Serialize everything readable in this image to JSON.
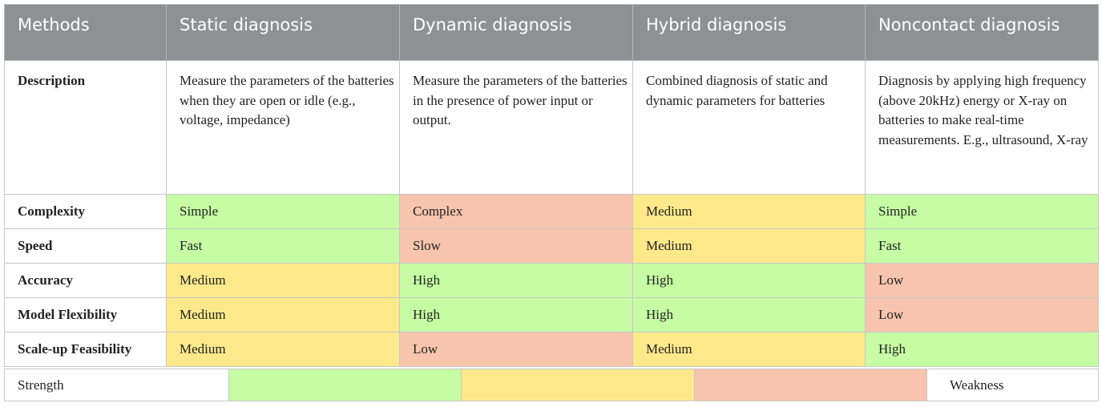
{
  "header": {
    "methods": "Methods",
    "columns": [
      "Static diagnosis",
      "Dynamic diagnosis",
      "Hybrid diagnosis",
      "Noncontact diagnosis"
    ]
  },
  "description": {
    "label": "Description",
    "values": [
      "Measure the parameters of the batteries when they are open or idle (e.g., voltage, impedance)",
      "Measure the parameters of the batteries in the presence of power input or output.",
      "Combined diagnosis of static and dynamic parameters for batteries",
      "Diagnosis by applying high frequency (above 20kHz) energy or X-ray on batteries to make real-time measurements. E.g., ultrasound, X-ray"
    ]
  },
  "rows": [
    {
      "label": "Complexity",
      "cells": [
        {
          "text": "Simple",
          "level": "strength"
        },
        {
          "text": "Complex",
          "level": "weakness"
        },
        {
          "text": "Medium",
          "level": "moderate"
        },
        {
          "text": "Simple",
          "level": "strength"
        }
      ]
    },
    {
      "label": "Speed",
      "cells": [
        {
          "text": "Fast",
          "level": "strength"
        },
        {
          "text": "Slow",
          "level": "weakness"
        },
        {
          "text": "Medium",
          "level": "moderate"
        },
        {
          "text": "Fast",
          "level": "strength"
        }
      ]
    },
    {
      "label": "Accuracy",
      "cells": [
        {
          "text": "Medium",
          "level": "moderate"
        },
        {
          "text": "High",
          "level": "strength"
        },
        {
          "text": "High",
          "level": "strength"
        },
        {
          "text": "Low",
          "level": "weakness"
        }
      ]
    },
    {
      "label": "Model Flexibility",
      "cells": [
        {
          "text": "Medium",
          "level": "moderate"
        },
        {
          "text": "High",
          "level": "strength"
        },
        {
          "text": "High",
          "level": "strength"
        },
        {
          "text": "Low",
          "level": "weakness"
        }
      ]
    },
    {
      "label": "Scale-up Feasibility",
      "cells": [
        {
          "text": "Medium",
          "level": "moderate"
        },
        {
          "text": "Low",
          "level": "weakness"
        },
        {
          "text": "Medium",
          "level": "moderate"
        },
        {
          "text": "High",
          "level": "strength"
        }
      ]
    }
  ],
  "legend": {
    "strength_label": "Strength",
    "weakness_label": "Weakness"
  },
  "colors": {
    "header_bg": "#8e9193",
    "strength": "#c6fca3",
    "moderate": "#fde98a",
    "weakness": "#f7c4ad"
  }
}
